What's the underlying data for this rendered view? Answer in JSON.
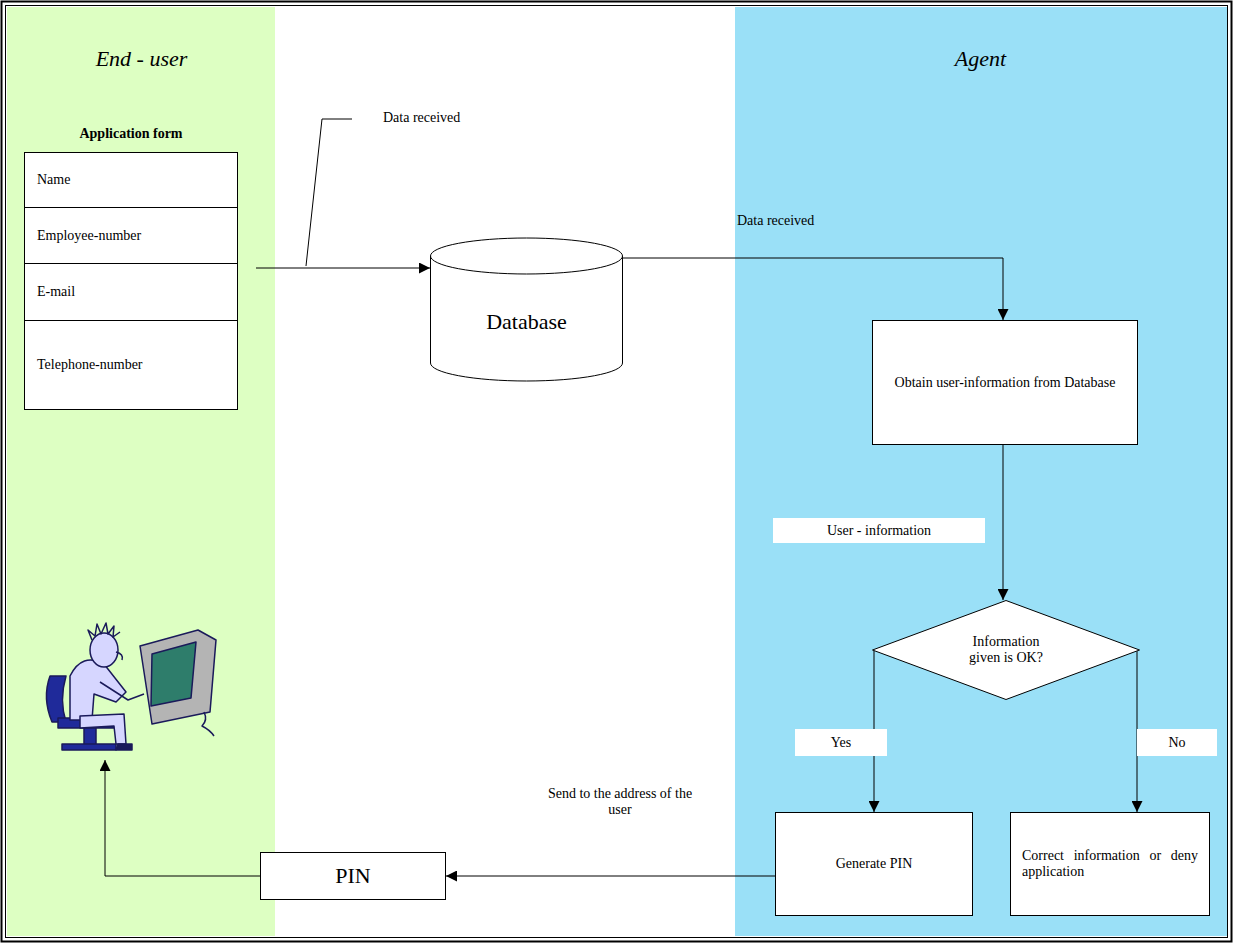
{
  "diagram": {
    "nodes": [
      {
        "text": [
          "End - user"
        ]
      },
      {
        "text": [
          "Application form"
        ],
        "in": 0
      },
      {
        "text": [
          "Name"
        ],
        "in": 1
      },
      {
        "text": [
          "Employee-number"
        ],
        "in": 1
      },
      {
        "text": [
          "E-mail"
        ],
        "in": 1
      },
      {
        "text": [
          "Telephone-number"
        ],
        "in": 1
      },
      {
        "text": [
          "Database"
        ]
      },
      {
        "text": [
          "Agent"
        ]
      },
      {
        "text": [
          "Obtain user-information from Database"
        ],
        "in": 7
      },
      {
        "text": [
          "Information given is OK?"
        ],
        "in": 7
      },
      {
        "text": [
          "Generate PIN"
        ],
        "in": 7
      },
      {
        "text": [
          "Correct information or deny application"
        ],
        "in": 7
      },
      {
        "text": [
          "PIN"
        ]
      }
    ],
    "edges": [
      {
        "from": 1,
        "to": 6,
        "label": "Data received",
        "arrow": "to"
      },
      {
        "from": 6,
        "to": 8,
        "label": "Data received",
        "arrow": "to"
      },
      {
        "from": 8,
        "to": 9,
        "label": "User - information",
        "arrow": "to"
      },
      {
        "from": 9,
        "to": 10,
        "label": "Yes",
        "arrow": "to"
      },
      {
        "from": 9,
        "to": 11,
        "label": "No",
        "arrow": "to"
      },
      {
        "from": 10,
        "to": 12,
        "label": "Send to the address of the user",
        "arrow": "to"
      },
      {
        "from": 12,
        "to": 0,
        "arrow": "to"
      }
    ]
  }
}
